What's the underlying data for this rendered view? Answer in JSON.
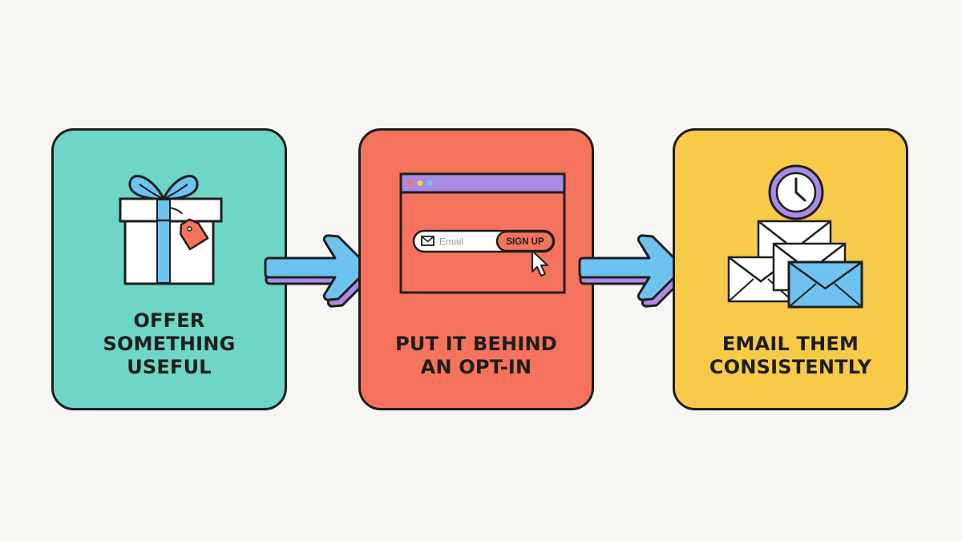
{
  "colors": {
    "background": "#f7f6f3",
    "teal": "#6dd6c6",
    "coral": "#f5735c",
    "yellow": "#f7cb48",
    "blue": "#6ec2f0",
    "purple": "#a98be6",
    "outline": "#1e1e1e"
  },
  "steps": [
    {
      "icon": "gift-icon",
      "label_lines": [
        "OFFER",
        "SOMETHING",
        "USEFUL"
      ]
    },
    {
      "icon": "browser-signup-icon",
      "label_lines": [
        "PUT IT BEHIND",
        "AN OPT-IN"
      ],
      "form": {
        "email_placeholder": "Email",
        "signup_label": "SIGN UP"
      }
    },
    {
      "icon": "envelopes-clock-icon",
      "label_lines": [
        "EMAIL THEM",
        "CONSISTENTLY"
      ]
    }
  ],
  "connectors": [
    "arrow-right-icon",
    "arrow-right-icon"
  ]
}
